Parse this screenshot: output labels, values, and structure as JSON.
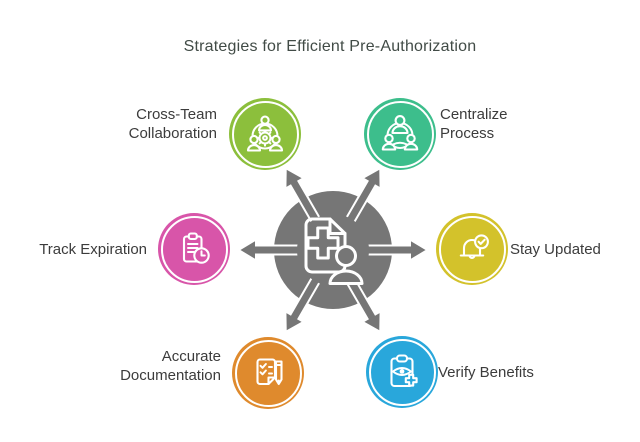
{
  "title": "Strategies for Efficient Pre-Authorization",
  "text_color": "#3C3C3C",
  "title_color": "#414B46",
  "hub": {
    "icon": "medical-document-user-icon",
    "color": "#767676",
    "arrow_count": 6
  },
  "nodes": [
    {
      "id": "cross-team-collaboration",
      "label": "Cross-Team\nCollaboration",
      "icon": "team-gear-icon",
      "color": "#8CBF3C",
      "position": "top-left"
    },
    {
      "id": "centralize-process",
      "label": "Centralize\nProcess",
      "icon": "people-network-icon",
      "color": "#3DBE8C",
      "position": "top-right"
    },
    {
      "id": "track-expiration",
      "label": "Track Expiration",
      "icon": "clipboard-clock-icon",
      "color": "#D855A9",
      "position": "left"
    },
    {
      "id": "stay-updated",
      "label": "Stay Updated",
      "icon": "bell-check-icon",
      "color": "#D3C22B",
      "position": "right"
    },
    {
      "id": "accurate-documentation",
      "label": "Accurate\nDocumentation",
      "icon": "checklist-pen-icon",
      "color": "#DF8A2D",
      "position": "bottom-left"
    },
    {
      "id": "verify-benefits",
      "label": "Verify Benefits",
      "icon": "clipboard-eye-icon",
      "color": "#29A7DB",
      "position": "bottom-right"
    }
  ]
}
